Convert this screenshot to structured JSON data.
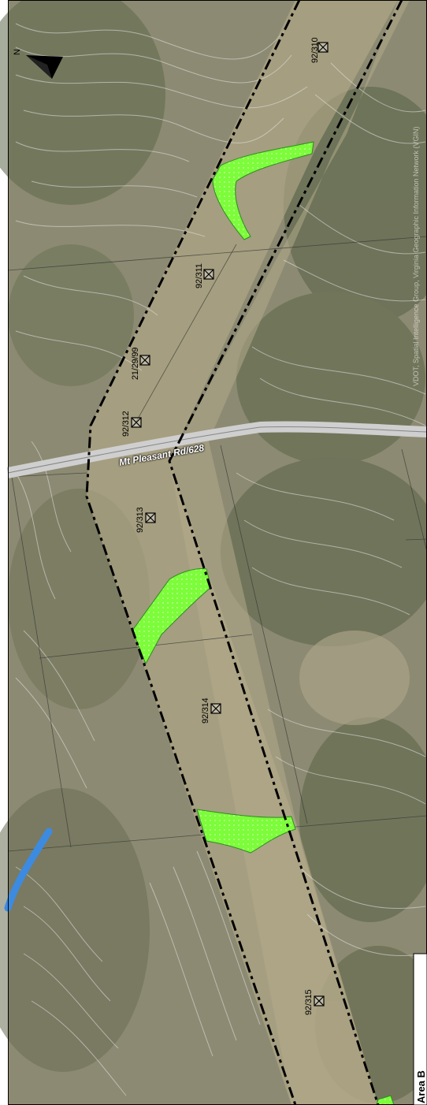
{
  "map": {
    "north_label": "N",
    "road_label": "Mt Pleasant Rd/628",
    "credit": "VDOT, Spatial Intelligence Group, Virginia Geographic Information Network (VGIN)",
    "area_title": "Area B",
    "parcels": [
      {
        "id": "92/310"
      },
      {
        "id": "92/311"
      },
      {
        "id": "21/29/99"
      },
      {
        "id": "92/312"
      },
      {
        "id": "92/313"
      },
      {
        "id": "92/314"
      },
      {
        "id": "92/315"
      }
    ],
    "colors": {
      "wetland_fill": "#7CFC3A",
      "corridor_line": "#000000",
      "aerial_base": "#8a8770",
      "contour": "#e6e6e6",
      "stream": "#3d8be0"
    }
  }
}
